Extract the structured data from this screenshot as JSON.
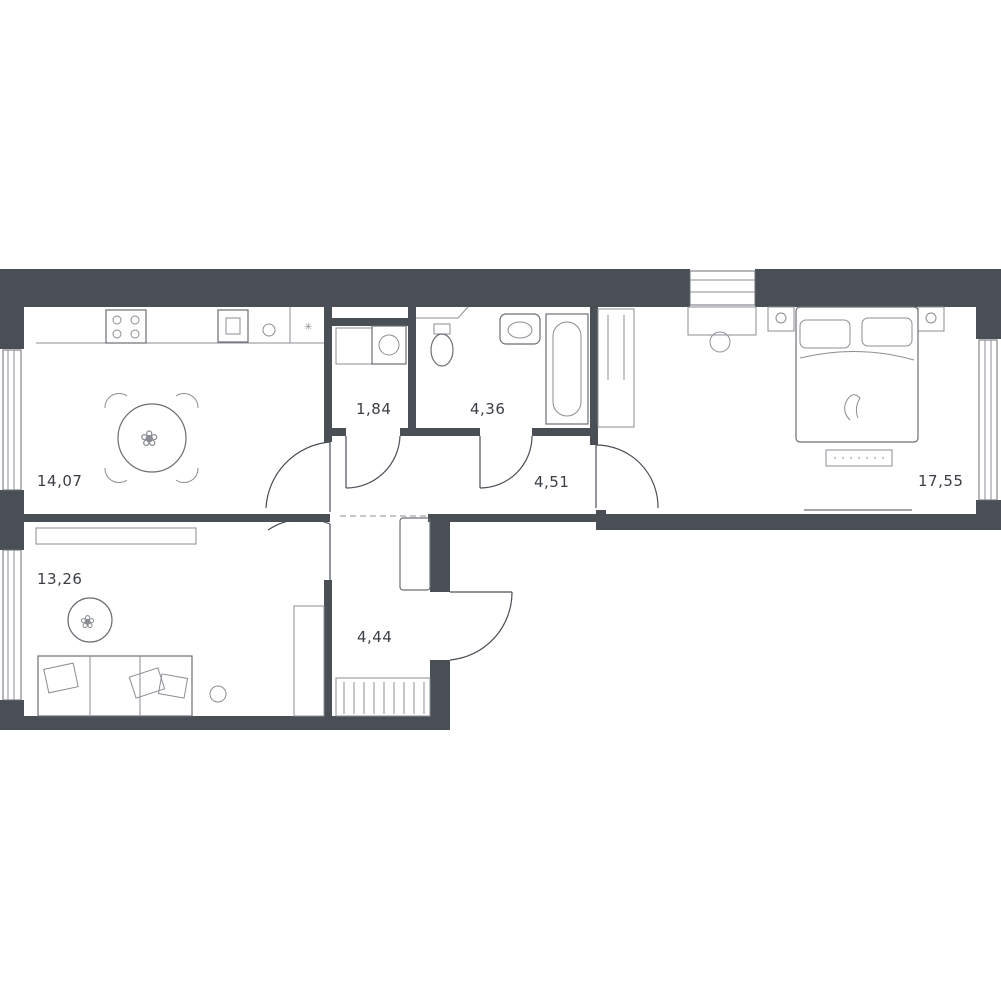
{
  "rooms": [
    {
      "id": "kitchen",
      "area": "14,07"
    },
    {
      "id": "living",
      "area": "13,26"
    },
    {
      "id": "laundry",
      "area": "1,84"
    },
    {
      "id": "bathroom",
      "area": "4,36"
    },
    {
      "id": "corridor",
      "area": "4,51"
    },
    {
      "id": "hall",
      "area": "4,44"
    },
    {
      "id": "bedroom",
      "area": "17,55"
    }
  ],
  "colors": {
    "wall": "#4a4f56",
    "furniture": "#8a8e94",
    "text": "#3a3e44"
  }
}
